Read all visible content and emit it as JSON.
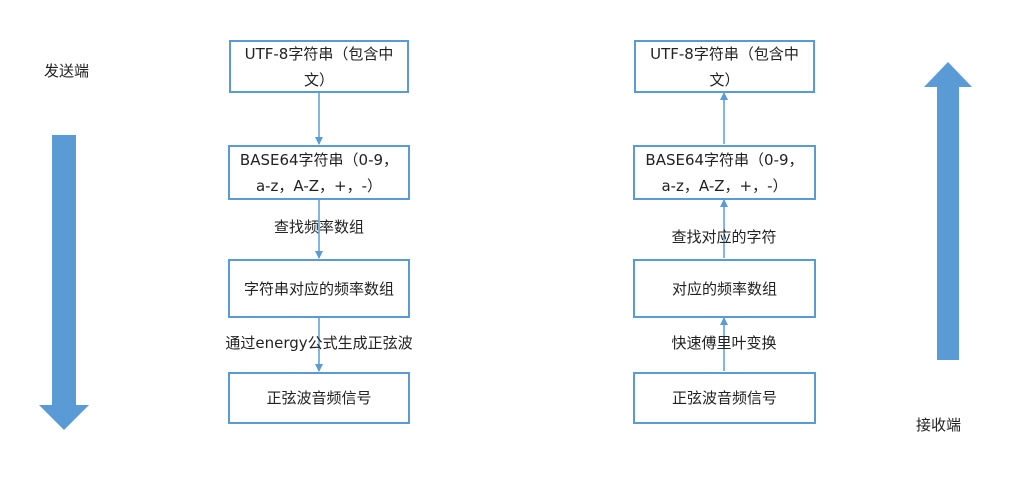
{
  "colors": {
    "accent": "#5b9bd5",
    "text": "#222222"
  },
  "sender": {
    "side_label": "发送端",
    "direction": "down",
    "boxes": [
      "UTF-8字符串（包含中文）",
      "BASE64字符串（0-9，a-z，A-Z，+，-）",
      "字符串对应的频率数组",
      "正弦波音频信号"
    ],
    "edge_labels": [
      "",
      "查找频率数组",
      "通过energy公式生成正弦波"
    ]
  },
  "receiver": {
    "side_label": "接收端",
    "direction": "up",
    "boxes": [
      "UTF-8字符串（包含中文）",
      "BASE64字符串（0-9，a-z，A-Z，+，-）",
      "对应的频率数组",
      "正弦波音频信号"
    ],
    "edge_labels": [
      "",
      "查找对应的字符",
      "快速傅里叶变换"
    ]
  }
}
